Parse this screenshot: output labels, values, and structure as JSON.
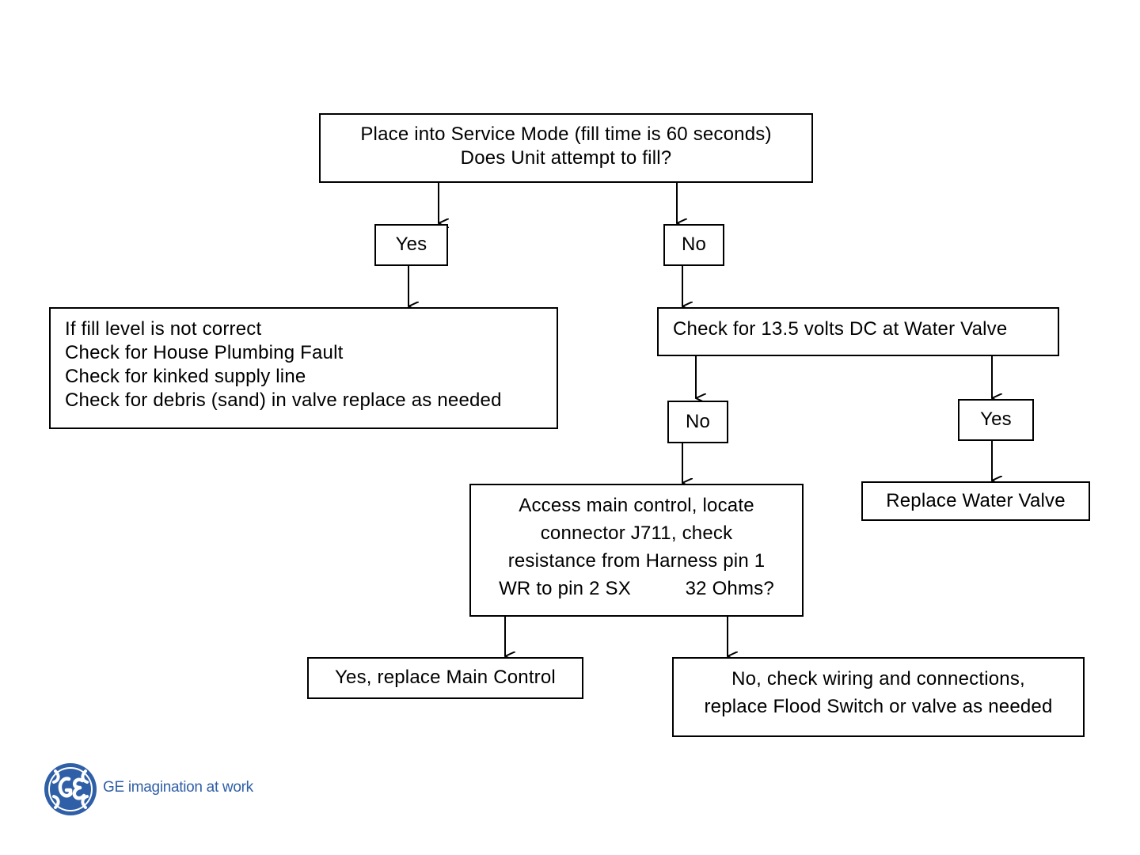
{
  "diagram": {
    "start": {
      "lines": [
        "Place into Service Mode (fill time is 60 seconds)",
        "Does Unit attempt to fill?"
      ]
    },
    "yes_1": {
      "label": "Yes"
    },
    "no_1": {
      "label": "No"
    },
    "fill_level_box": {
      "lines": [
        "If fill level is not correct",
        "Check for House Plumbing Fault",
        "Check for kinked supply line",
        "Check for debris (sand) in valve replace as needed"
      ]
    },
    "check_voltage": {
      "label": "Check for 13.5 volts DC at Water Valve"
    },
    "no_2": {
      "label": "No"
    },
    "yes_2": {
      "label": "Yes"
    },
    "replace_valve": {
      "label": "Replace Water Valve"
    },
    "access_control": {
      "lines": [
        "Access main control, locate",
        "connector J711, check",
        "resistance from Harness pin 1",
        "WR to pin 2 SX          32 Ohms?"
      ]
    },
    "replace_main": {
      "label": "Yes, replace Main Control"
    },
    "check_wiring": {
      "lines": [
        "No, check wiring and connections,",
        "replace Flood Switch or valve as needed"
      ]
    }
  },
  "brand": {
    "logo_text": "GE imagination at work",
    "logo_color": "#2f5fa7",
    "logo_icon": "ge-monogram-icon"
  }
}
